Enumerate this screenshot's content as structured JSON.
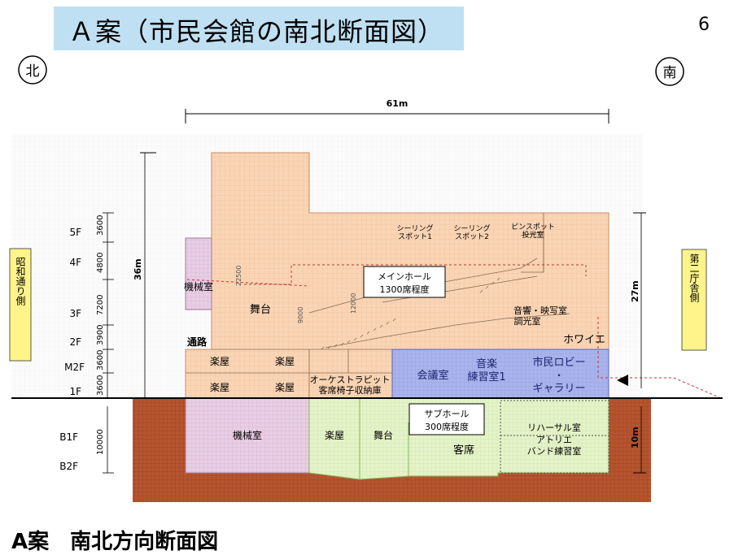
{
  "title": "Ａ案（市民会館の南北断面図）",
  "page_number": "6",
  "caption": "A案　南北方向断面図",
  "compass": {
    "north": "北",
    "south": "南"
  },
  "side_labels": {
    "left": "昭和通り側",
    "right": "第二庁舎側"
  },
  "dimensions": {
    "width": "61m",
    "total_height": "36m",
    "right_height": "27m",
    "basement_depth": "10m",
    "basement_mm": "10000",
    "floor_mm": [
      "3600",
      "4800",
      "7200",
      "3900",
      "3600",
      "3600"
    ],
    "stage_mm": "22500",
    "mm_9000": "9000",
    "mm_12000": "12000"
  },
  "floors": [
    "5F",
    "4F",
    "3F",
    "2F",
    "M2F",
    "1F",
    "B1F",
    "B2F"
  ],
  "rooms": {
    "stage": "舞台",
    "machine_room": "機械室",
    "passage": "通路",
    "dressing_1": "楽屋",
    "dressing_2": "楽屋",
    "dressing_3": "楽屋",
    "dressing_4": "楽屋",
    "orchestra_pit_1": "オーケストラピット",
    "orchestra_pit_2": "客席椅子収納庫",
    "conference": "会議室",
    "music_practice_1": "音楽",
    "music_practice_2": "練習室1",
    "lobby_1": "市民ロビー",
    "lobby_dot": "・",
    "lobby_2": "ギャラリー",
    "foyer": "ホワイエ",
    "sound_room_1": "音響・映写室",
    "sound_room_2": "調光室",
    "ceiling_spot_1a": "シーリング",
    "ceiling_spot_1b": "スポット1",
    "ceiling_spot_2a": "シーリング",
    "ceiling_spot_2b": "スポット2",
    "pin_spot_a": "ピンスポット",
    "pin_spot_b": "投光室",
    "main_hall_1": "メインホール",
    "main_hall_2": "1300席程度",
    "b_machine_room": "機械室",
    "b_dressing": "楽屋",
    "b_stage": "舞台",
    "b_seats": "客席",
    "sub_hall_1": "サブホール",
    "sub_hall_2": "300席程度",
    "rehearsal": "リハーサル室",
    "atelier": "アトリエ",
    "band_practice": "バンド練習室"
  },
  "colors": {
    "title_bg": "#bfe0f3",
    "hall": "#f9d5b5",
    "purple": "#e8cde4",
    "blue": "#a9b3ec",
    "green": "#e4f3c8",
    "earth": "#b5552f",
    "side_label": "#fff48a"
  }
}
